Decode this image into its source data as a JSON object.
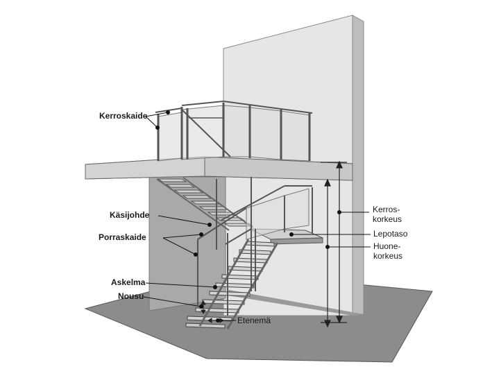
{
  "labels": {
    "kerroskaide": "Kerroskaide",
    "kasijohde": "Käsijohde",
    "porraskaide": "Porraskaide",
    "askelma": "Askelma",
    "nousu": "Nousu",
    "etenema": "Etenemä",
    "kerroskorkeus_1": "Kerros-",
    "kerroskorkeus_2": "korkeus",
    "lepotaso": "Lepotaso",
    "huonekorkeus_1": "Huone-",
    "huonekorkeus_2": "korkeus"
  },
  "colors": {
    "wall_front": "#e6e6e6",
    "wall_side": "#bdbdbd",
    "floor": "#8c8c8c",
    "slab_top": "#ebebeb",
    "slab_edge": "#c8c8c8",
    "under_wall": "#a9a9a9",
    "glass": "#dcdcdc",
    "metal": "#7a7a7a",
    "line": "#222222"
  }
}
